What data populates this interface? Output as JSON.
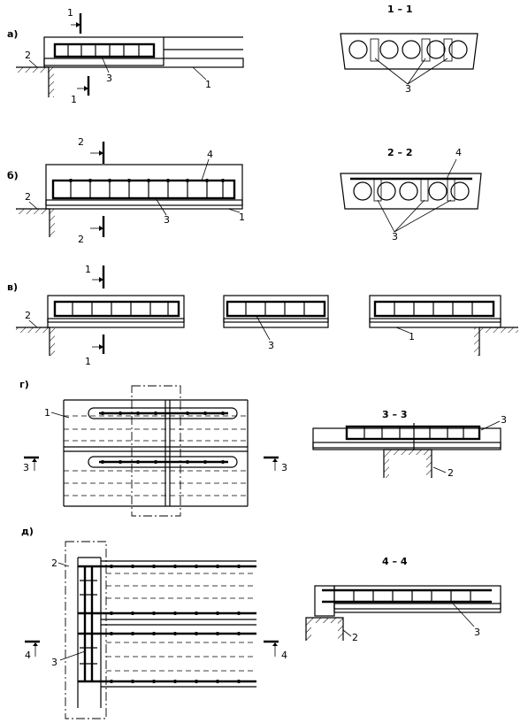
{
  "panels": {
    "a": {
      "letter": "а)",
      "cut": "1",
      "section": "1 – 1",
      "labels": {
        "wall": "2",
        "bar": "3",
        "slab": "1",
        "sec_bar": "3"
      }
    },
    "b": {
      "letter": "б)",
      "cut": "2",
      "section": "2 – 2",
      "labels": {
        "wall": "2",
        "top": "4",
        "bar": "3",
        "slab": "1",
        "sec_top": "4",
        "sec_bar": "3"
      }
    },
    "v": {
      "letter": "в)",
      "cut": "1",
      "labels": {
        "wall": "2",
        "bar": "3",
        "slab": "1"
      }
    },
    "g": {
      "letter": "г)",
      "cut": "3",
      "section": "3 – 3",
      "labels": {
        "slab": "1",
        "sec_bar": "3",
        "sec_wall": "2"
      }
    },
    "d": {
      "letter": "д)",
      "cut": "4",
      "section": "4 – 4",
      "labels": {
        "wall": "2",
        "bar": "3",
        "sec_wall": "2",
        "sec_bar": "3"
      }
    }
  }
}
